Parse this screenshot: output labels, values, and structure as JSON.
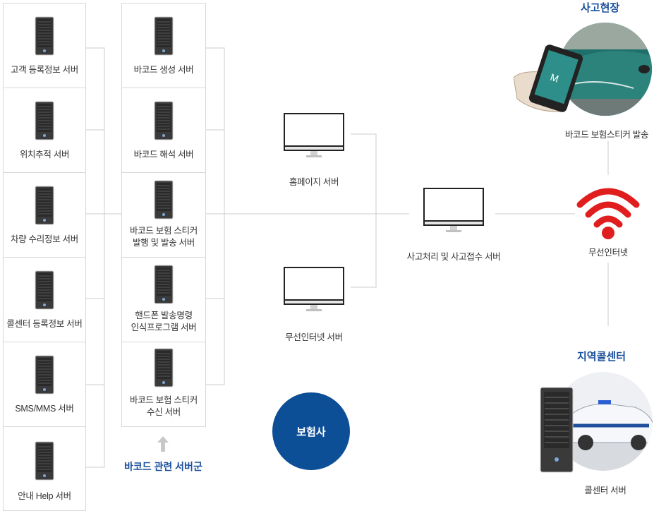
{
  "left_servers": [
    {
      "label": "고객 등록정보 서버"
    },
    {
      "label": "위치추적 서버"
    },
    {
      "label": "차량 수리정보 서버"
    },
    {
      "label": "콜센터 등록정보 서버"
    },
    {
      "label": "SMS/MMS 서버"
    },
    {
      "label": "안내 Help 서버"
    }
  ],
  "barcode_servers": [
    {
      "line1": "바코드 생성 서버",
      "line2": ""
    },
    {
      "line1": "바코드 해석 서버",
      "line2": ""
    },
    {
      "line1": "바코드 보험 스티커",
      "line2": "발행 및 발송 서버"
    },
    {
      "line1": "핸드폰 발송명령",
      "line2": "인식프로그램 서버"
    },
    {
      "line1": "바코드 보험 스티커",
      "line2": "수신 서버"
    }
  ],
  "barcode_group_label": "바코드 관련 서버군",
  "homepage_server": "홈페이지 서버",
  "wireless_server": "무선인터넷 서버",
  "accident_server": "사고처리 및 사고접수 서버",
  "insurer": "보험사",
  "accident_scene": {
    "title": "사고현장",
    "caption": "바코드 보험스티커 발송"
  },
  "wireless_internet": "무선인터넷",
  "call_center": {
    "title": "지역콜센터",
    "caption": "콜센터 서버"
  },
  "colors": {
    "accent_blue": "#1a4f9c",
    "insurer_blue": "#0d4f97",
    "wifi_red": "#e01e1e",
    "line_gray": "#cccccc"
  }
}
